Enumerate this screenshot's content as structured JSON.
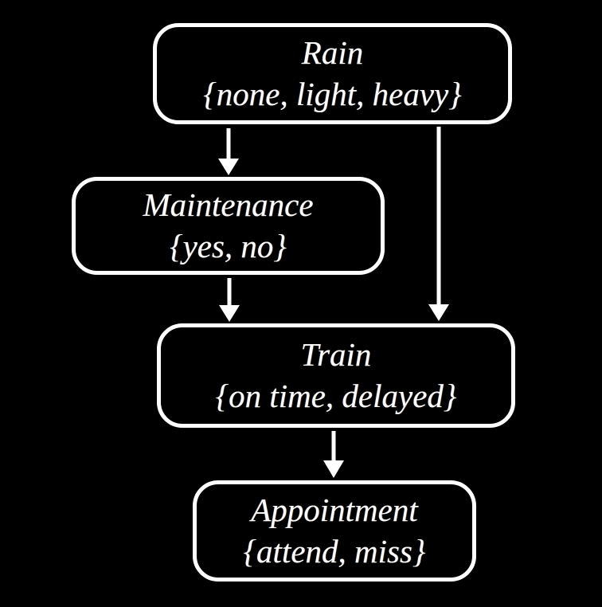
{
  "diagram": {
    "type": "directed-graph",
    "nodes": [
      {
        "id": "rain",
        "label": "Rain",
        "domain": "{none, light, heavy}"
      },
      {
        "id": "maintenance",
        "label": "Maintenance",
        "domain": "{yes, no}"
      },
      {
        "id": "train",
        "label": "Train",
        "domain": "{on time, delayed}"
      },
      {
        "id": "appointment",
        "label": "Appointment",
        "domain": "{attend, miss}"
      }
    ],
    "edges": [
      {
        "from": "rain",
        "to": "maintenance"
      },
      {
        "from": "rain",
        "to": "train"
      },
      {
        "from": "maintenance",
        "to": "train"
      },
      {
        "from": "train",
        "to": "appointment"
      }
    ],
    "colors": {
      "background": "#000000",
      "node_border": "#ffffff",
      "text": "#ffffff",
      "arrow": "#ffffff"
    }
  }
}
